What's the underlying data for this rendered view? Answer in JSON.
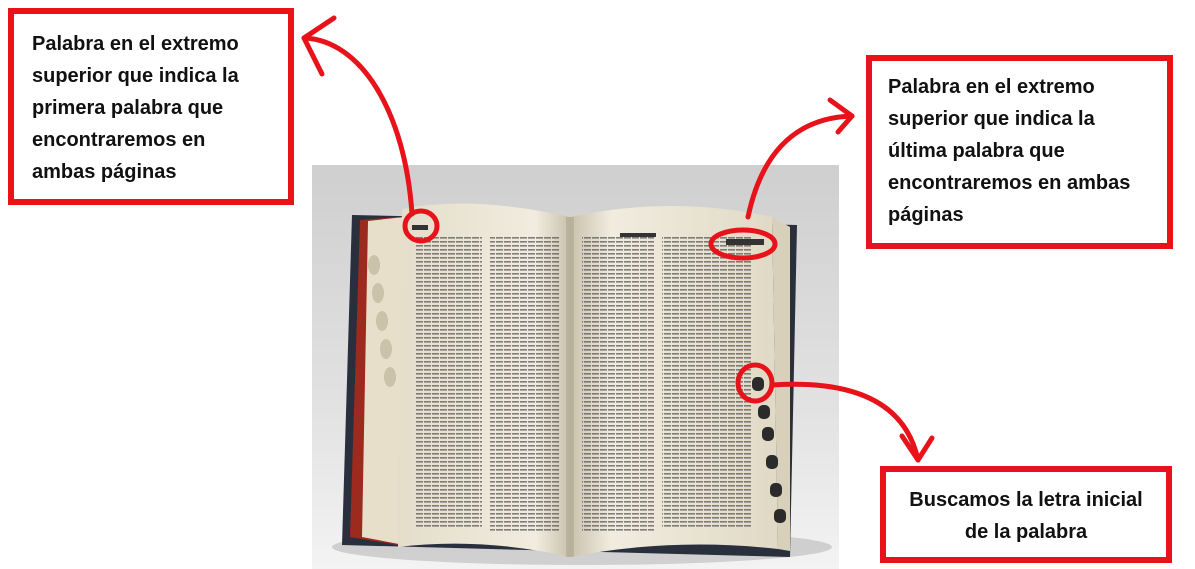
{
  "callouts": {
    "first_word": "Palabra en el extremo superior que indica la primera palabra que encontraremos en ambas páginas",
    "last_word": "Palabra en el extremo superior que indica la última palabra que encontraremos en ambas páginas",
    "initial_letter": "Buscamos la letra inicial de la palabra"
  },
  "colors": {
    "annotation_red": "#e8121a",
    "page_paper": "#ece6d6",
    "cover": "#2a2f3d",
    "page_edge_red": "#9c2a1e",
    "backdrop": "#d9d9d9"
  },
  "icons": {
    "photo": "open-dictionary-photo",
    "arrows": "hand-drawn-arrow"
  }
}
